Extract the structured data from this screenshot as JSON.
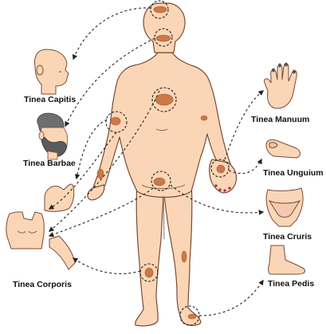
{
  "labels": {
    "capitis": "Tinea Capitis",
    "barbae": "Tinea Barbae",
    "corporis": "Tinea Corporis",
    "manuum": "Tinea Manuum",
    "unguium": "Tinea Unguium",
    "cruris": "Tinea Cruris",
    "pedis": "Tinea Pedis"
  },
  "colors": {
    "skin": "#fbd6b6",
    "skin_outline": "#7a4a34",
    "lesion": "#c96f3a",
    "lesion_dark": "#9b4a22",
    "hair_beard": "#5a5a5a",
    "underwear": "#f3c9b0",
    "arrow": "#222222",
    "nail_red": "#b0203a"
  },
  "icons": [
    "head-bald",
    "head-bearded",
    "flexed-arm",
    "torso",
    "bent-arm",
    "hand",
    "finger-with-nail",
    "pelvis-underwear",
    "foot"
  ]
}
